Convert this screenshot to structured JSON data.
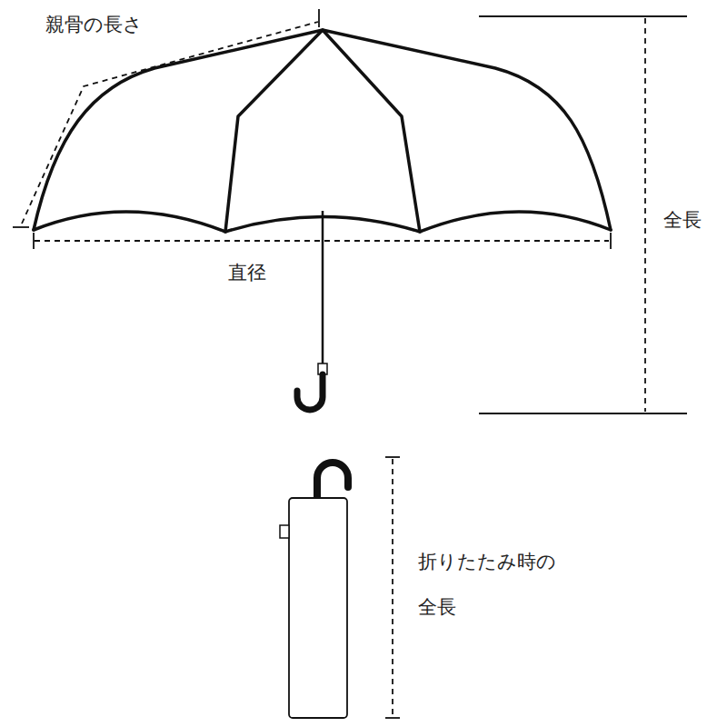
{
  "diagram": {
    "labels": [
      "親骨の長さ",
      "直径",
      "全長",
      "折りたたみ時の 全長"
    ]
  }
}
